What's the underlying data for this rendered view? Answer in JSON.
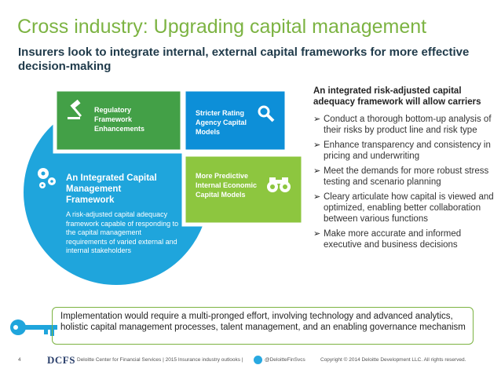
{
  "title": "Cross industry: Upgrading capital management",
  "subtitle": "Insurers look to integrate internal, external capital frameworks for more effective decision-making",
  "diagram": {
    "regulatory": "Regulatory Framework Enhancements",
    "rating": "Stricter Rating Agency Capital Models",
    "predictive": "More Predictive Internal Economic Capital Models",
    "integrated_heading": "An Integrated Capital Management Framework",
    "integrated_desc": "A risk-adjusted capital adequacy framework capable of responding to the capital management requirements of varied external and internal stakeholders"
  },
  "right": {
    "heading": "An integrated risk-adjusted capital adequacy framework will allow carriers",
    "bullets": [
      "Conduct a thorough bottom-up analysis of their risks by product line and risk type",
      "Enhance transparency and consistency in pricing and underwriting",
      "Meet the demands for more robust stress testing and scenario planning",
      "Cleary articulate how capital is viewed and optimized, enabling better collaboration between various functions",
      "Make more accurate and informed executive and business decisions"
    ]
  },
  "callout": "Implementation would require a multi-pronged effort, involving technology and advanced analytics, holistic capital management processes, talent management, and an enabling governance mechanism",
  "footer": {
    "page": "4",
    "logo": "DCFS",
    "note": "Deloitte Center for Financial Services | 2015 Insurance industry outlooks |",
    "handle": "@DeloitteFinSvcs",
    "copyright": "Copyright © 2014 Deloitte Development LLC. All rights reserved."
  },
  "colors": {
    "title": "#7cb342",
    "green_box": "#43a047",
    "blue_box": "#0d8fd8",
    "lime_box": "#8dc63f",
    "circle": "#1fa5dc",
    "key": "#1fa5dc"
  },
  "icons": [
    "gavel-icon",
    "magnifier-icon",
    "gears-icon",
    "binoculars-icon",
    "key-icon",
    "twitter-icon"
  ]
}
